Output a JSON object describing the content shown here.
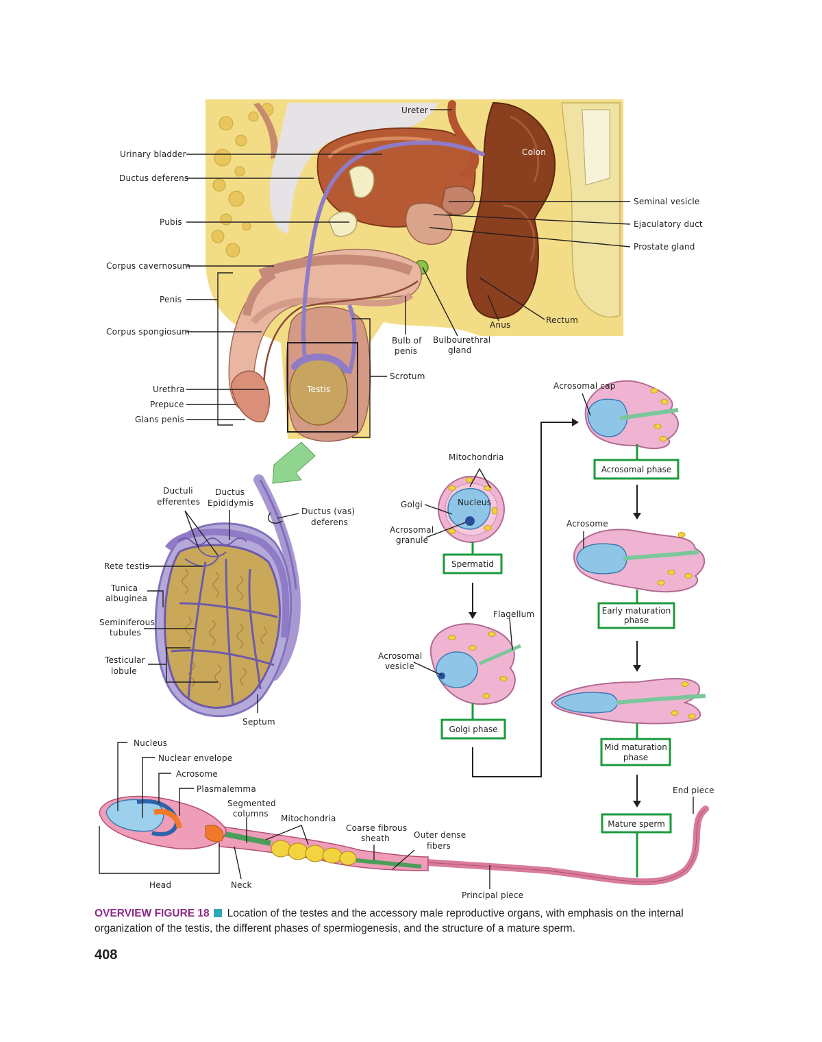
{
  "labels": {
    "ureter": "Ureter",
    "urinary_bladder": "Urinary bladder",
    "ductus_deferens": "Ductus deferens",
    "pubis": "Pubis",
    "corpus_cavernosum": "Corpus cavernosum",
    "penis": "Penis",
    "corpus_spongiosum": "Corpus spongiosum",
    "urethra": "Urethra",
    "prepuce": "Prepuce",
    "glans_penis": "Glans penis",
    "colon": "Colon",
    "seminal_vesicle": "Seminal vesicle",
    "ejaculatory_duct": "Ejaculatory duct",
    "prostate_gland": "Prostate gland",
    "rectum": "Rectum",
    "anus": "Anus",
    "bulb_of_penis_1": "Bulb of",
    "bulb_of_penis_2": "penis",
    "bulbourethral_1": "Bulbourethral",
    "bulbourethral_2": "gland",
    "scrotum": "Scrotum",
    "testis": "Testis",
    "ductuli_1": "Ductuli",
    "ductuli_2": "efferentes",
    "ductus_epi_1": "Ductus",
    "ductus_epi_2": "Epididymis",
    "ductus_vas_1": "Ductus (vas)",
    "ductus_vas_2": "deferens",
    "rete_testis": "Rete testis",
    "tunica_1": "Tunica",
    "tunica_2": "albuginea",
    "seminiferous_1": "Seminiferous",
    "seminiferous_2": "tubules",
    "testicular_1": "Testicular",
    "testicular_2": "lobule",
    "septum": "Septum",
    "mitochondria_top": "Mitochondria",
    "golgi": "Golgi",
    "nucleus_cell": "Nucleus",
    "acro_granule_1": "Acrosomal",
    "acro_granule_2": "granule",
    "flagellum": "Flagellum",
    "acro_vesicle_1": "Acrosomal",
    "acro_vesicle_2": "vesicle",
    "acrosomal_cap": "Acrosomal cap",
    "acrosome_right": "Acrosome",
    "end_piece": "End piece",
    "nucleus_sperm": "Nucleus",
    "nuclear_envelope": "Nuclear envelope",
    "acrosome_sperm": "Acrosome",
    "plasmalemma": "Plasmalemma",
    "segmented_1": "Segmented",
    "segmented_2": "columns",
    "mitochondria_sperm": "Mitochondria",
    "coarse_1": "Coarse fibrous",
    "coarse_2": "sheath",
    "outer_1": "Outer dense",
    "outer_2": "fibers",
    "head": "Head",
    "neck": "Neck",
    "principal_piece": "Principal piece"
  },
  "phases": {
    "spermatid": "Spermatid",
    "golgi_phase": "Golgi phase",
    "acrosomal_phase": "Acrosomal phase",
    "early_1": "Early maturation",
    "early_2": "phase",
    "mid_1": "Mid maturation",
    "mid_2": "phase",
    "mature_sperm": "Mature sperm"
  },
  "caption": {
    "figure_label": "OVERVIEW FIGURE 18",
    "text": "Location of the testes and the accessory male reproductive organs, with emphasis on the internal organization of the testis, the different phases of spermiogenesis, and the structure of a mature sperm."
  },
  "page_number": "408",
  "colors": {
    "phase_box": "#1a9a3c",
    "caption_label": "#8b2a86",
    "caption_square": "#2aa9b8"
  }
}
